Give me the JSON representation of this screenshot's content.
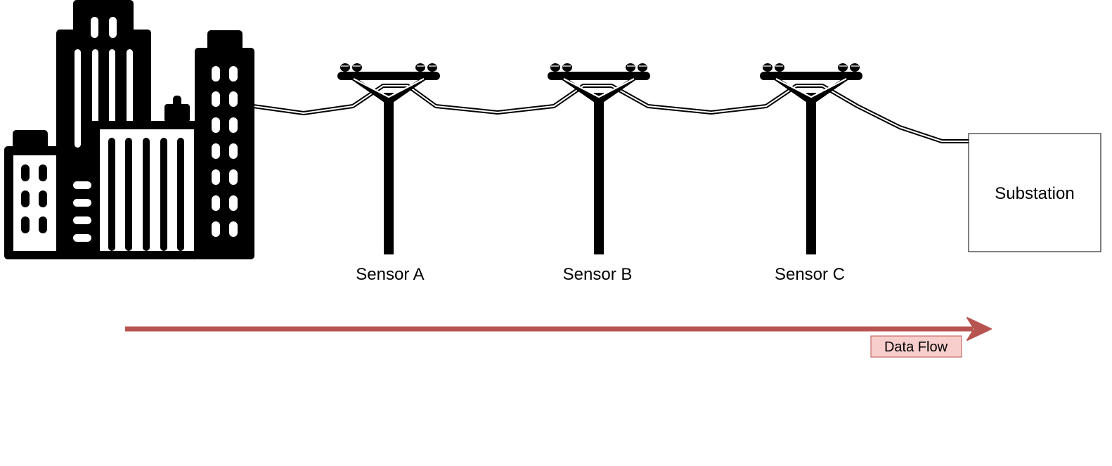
{
  "diagram": {
    "sensors": [
      {
        "label": "Sensor A"
      },
      {
        "label": "Sensor B"
      },
      {
        "label": "Sensor C"
      }
    ],
    "substation": {
      "label": "Substation"
    },
    "flow": {
      "label": "Data Flow",
      "color": "#b85450",
      "label_fill": "#f8cecc",
      "label_border": "#b85450"
    },
    "icons": {
      "city": "city-buildings-icon",
      "pole": "utility-pole-icon"
    }
  }
}
